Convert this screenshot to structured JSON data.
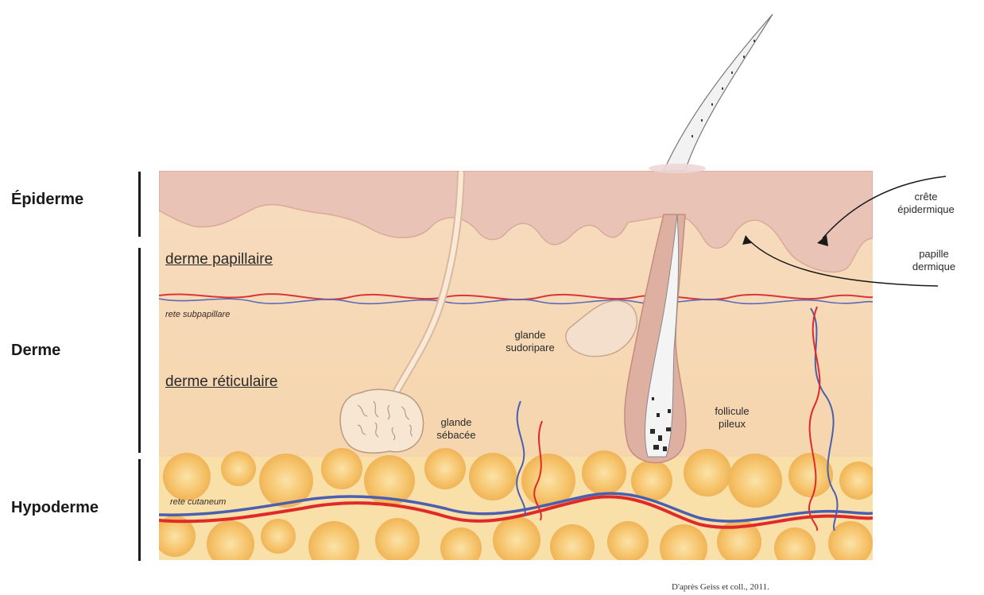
{
  "layers": {
    "epidermis": "Épiderme",
    "dermis": "Derme",
    "hypodermis": "Hypoderme"
  },
  "sublayers": {
    "papillary": "derme papillaire",
    "reticular": "derme réticulaire"
  },
  "networks": {
    "subpapillary": "rete subpapillare",
    "cutaneous": "rete cutaneum"
  },
  "structures": {
    "epidermal_ridge_1": "crête",
    "epidermal_ridge_2": "épidermique",
    "dermal_papilla_1": "papille",
    "dermal_papilla_2": "dermique",
    "sweat_gland_1": "glande",
    "sweat_gland_2": "sudoripare",
    "sebaceous_gland_1": "glande",
    "sebaceous_gland_2": "sébacée",
    "hair_follicle_1": "follicule",
    "hair_follicle_2": "pileux"
  },
  "caption": "D'après Geiss et coll., 2011.",
  "colors": {
    "epidermis": "#e8c0b4",
    "dermis": "#f5d9b5",
    "hypodermis": "#f9dba0",
    "fat_cell": "#f7c876",
    "artery": "#e02a2a",
    "vein": "#4a5fb0"
  }
}
